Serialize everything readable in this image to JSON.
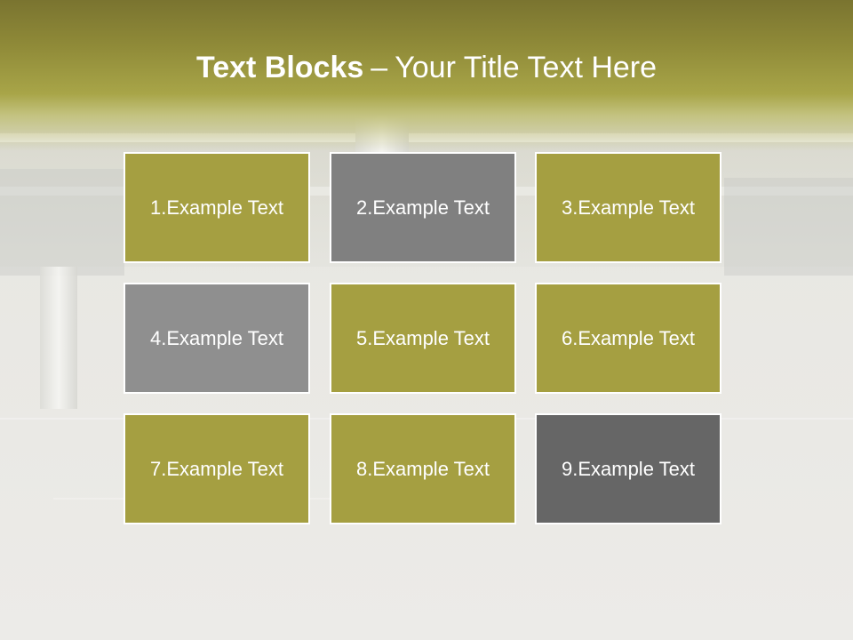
{
  "title": {
    "bold": "Text Blocks",
    "dash": "–",
    "rest": "Your Title Text Here"
  },
  "colors": {
    "olive": "#a59f41",
    "gray_mid": "#808080",
    "gray_light": "#8f8f8f",
    "gray_dark": "#666666",
    "header": "#8f8a38",
    "text": "#ffffff"
  },
  "blocks": [
    {
      "label": "1.Example Text",
      "color": "#a59f41"
    },
    {
      "label": "2.Example Text",
      "color": "#808080"
    },
    {
      "label": "3.Example Text",
      "color": "#a59f41"
    },
    {
      "label": "4.Example Text",
      "color": "#8f8f8f"
    },
    {
      "label": "5.Example Text",
      "color": "#a59f41"
    },
    {
      "label": "6.Example Text",
      "color": "#a59f41"
    },
    {
      "label": "7.Example Text",
      "color": "#a59f41"
    },
    {
      "label": "8.Example Text",
      "color": "#a59f41"
    },
    {
      "label": "9.Example Text",
      "color": "#666666"
    }
  ]
}
